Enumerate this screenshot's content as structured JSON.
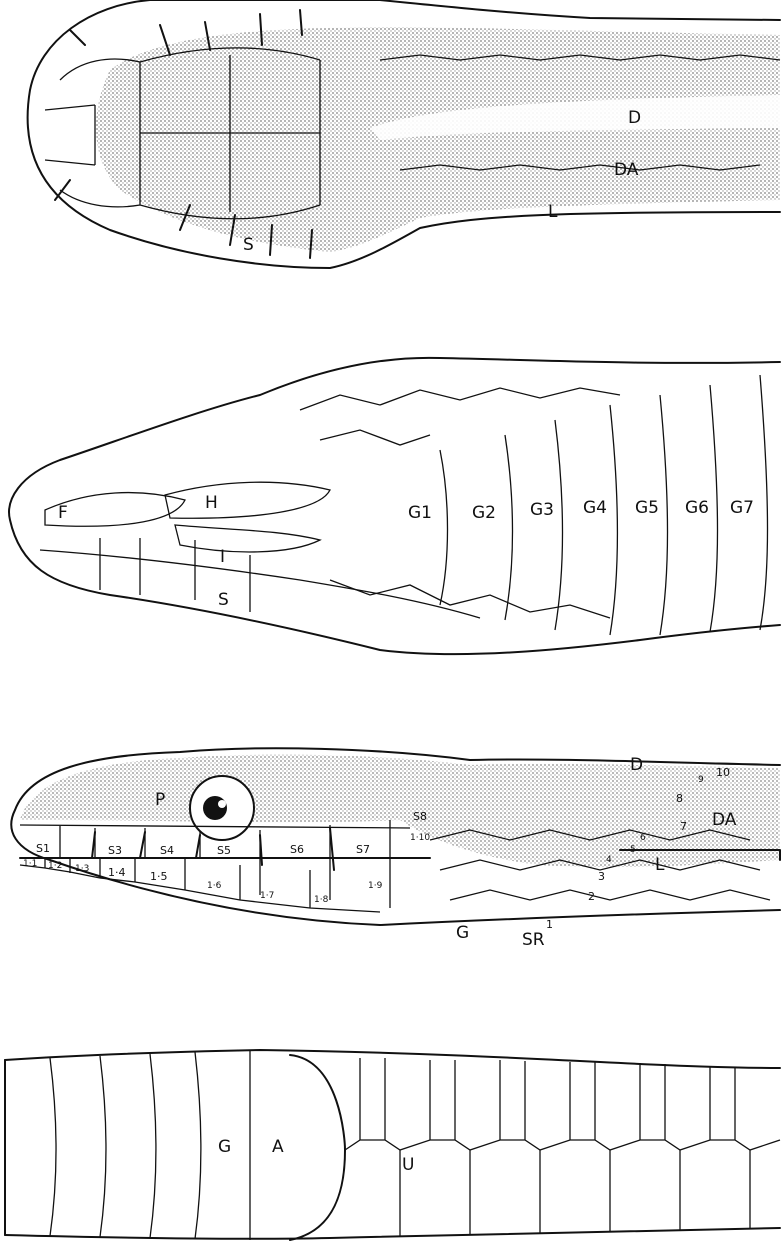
{
  "dorsal_view": {
    "labels": {
      "d": "D",
      "da": "DA",
      "l": "L",
      "s": "S"
    }
  },
  "ventral_view": {
    "labels": {
      "f": "F",
      "h": "H",
      "i": "I",
      "s": "S",
      "gulars": [
        "G1",
        "G2",
        "G3",
        "G4",
        "G5",
        "G6",
        "G7"
      ]
    }
  },
  "lateral_view": {
    "labels": {
      "d": "D",
      "da": "DA",
      "l": "L",
      "p": "P",
      "g": "G",
      "sr": "SR",
      "supralabials": [
        "S1",
        "S3",
        "S4",
        "S5",
        "S6",
        "S7",
        "S8"
      ],
      "infralabials": [
        "1·1",
        "1·2",
        "1·3",
        "1·4",
        "1·5",
        "1·6",
        "1·7",
        "1·8",
        "1·9",
        "1·10"
      ],
      "scale_rows": [
        "1",
        "2",
        "3",
        "4",
        "5",
        "6",
        "7",
        "8",
        "9",
        "10"
      ]
    }
  },
  "tail_view": {
    "labels": {
      "g": "G",
      "a": "A",
      "u": "U"
    }
  },
  "colors": {
    "ink": "#111111",
    "paper": "#ffffff",
    "stipple": "#8a8a8a"
  }
}
